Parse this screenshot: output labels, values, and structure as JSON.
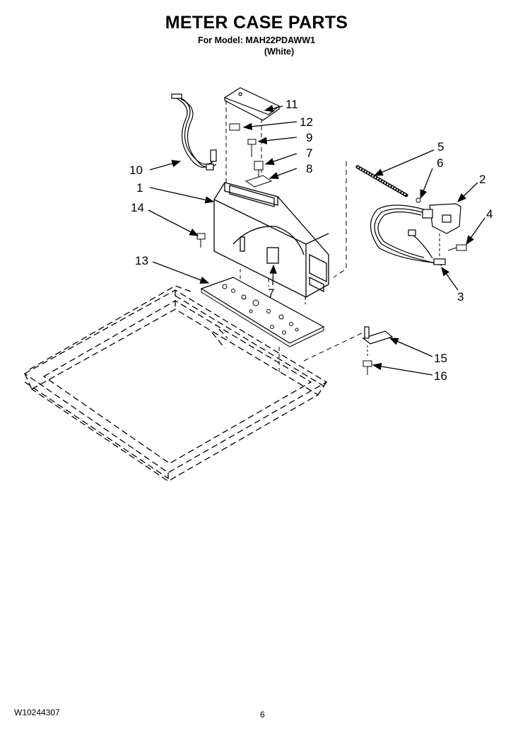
{
  "header": {
    "title": "METER CASE PARTS",
    "model_line": "For Model: MAH22PDAWW1",
    "color_line": "(White)"
  },
  "callouts": {
    "c1": "1",
    "c2": "2",
    "c3": "3",
    "c4": "4",
    "c5": "5",
    "c6": "6",
    "c7a": "7",
    "c7b": "7",
    "c8": "8",
    "c9": "9",
    "c10": "10",
    "c11": "11",
    "c12": "12",
    "c13": "13",
    "c14": "14",
    "c15": "15",
    "c16": "16"
  },
  "footer": {
    "doc_number": "W10244307",
    "page_number": "6"
  }
}
